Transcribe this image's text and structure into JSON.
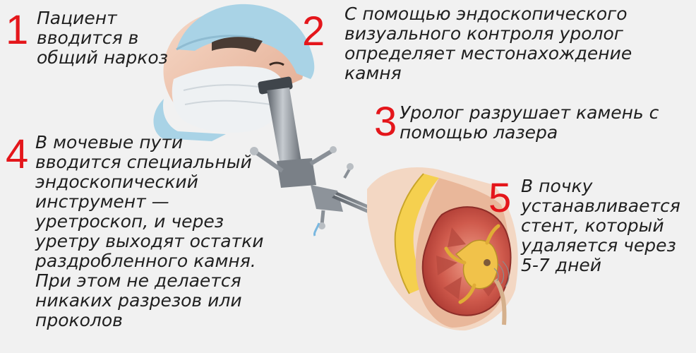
{
  "steps": [
    {
      "number": "1",
      "lines": [
        "Пациент",
        "вводится в",
        "общий наркоз"
      ]
    },
    {
      "number": "2",
      "lines": [
        "С  помощью эндоскопического",
        "визуального контроля  уролог",
        "определяет местонахождение",
        "камня"
      ]
    },
    {
      "number": "3",
      "lines": [
        "Уролог разрушает камень с",
        "помощью лазера"
      ]
    },
    {
      "number": "4",
      "lines": [
        "В мочевые пути",
        "вводится специальный",
        "эндоскопический",
        "инструмент —",
        "уретроскоп, и через",
        "уретру выходят остатки",
        "раздробленного камня.",
        "При этом не делается",
        "никаких разрезов или",
        "проколов"
      ]
    },
    {
      "number": "5",
      "lines": [
        "В почку",
        "устанавливается",
        "стент, который",
        "удаляется через",
        "5-7 дней"
      ]
    }
  ],
  "colors": {
    "number": "#e4161b",
    "text": "#1f1f1f",
    "background": "#f1f1f1"
  }
}
